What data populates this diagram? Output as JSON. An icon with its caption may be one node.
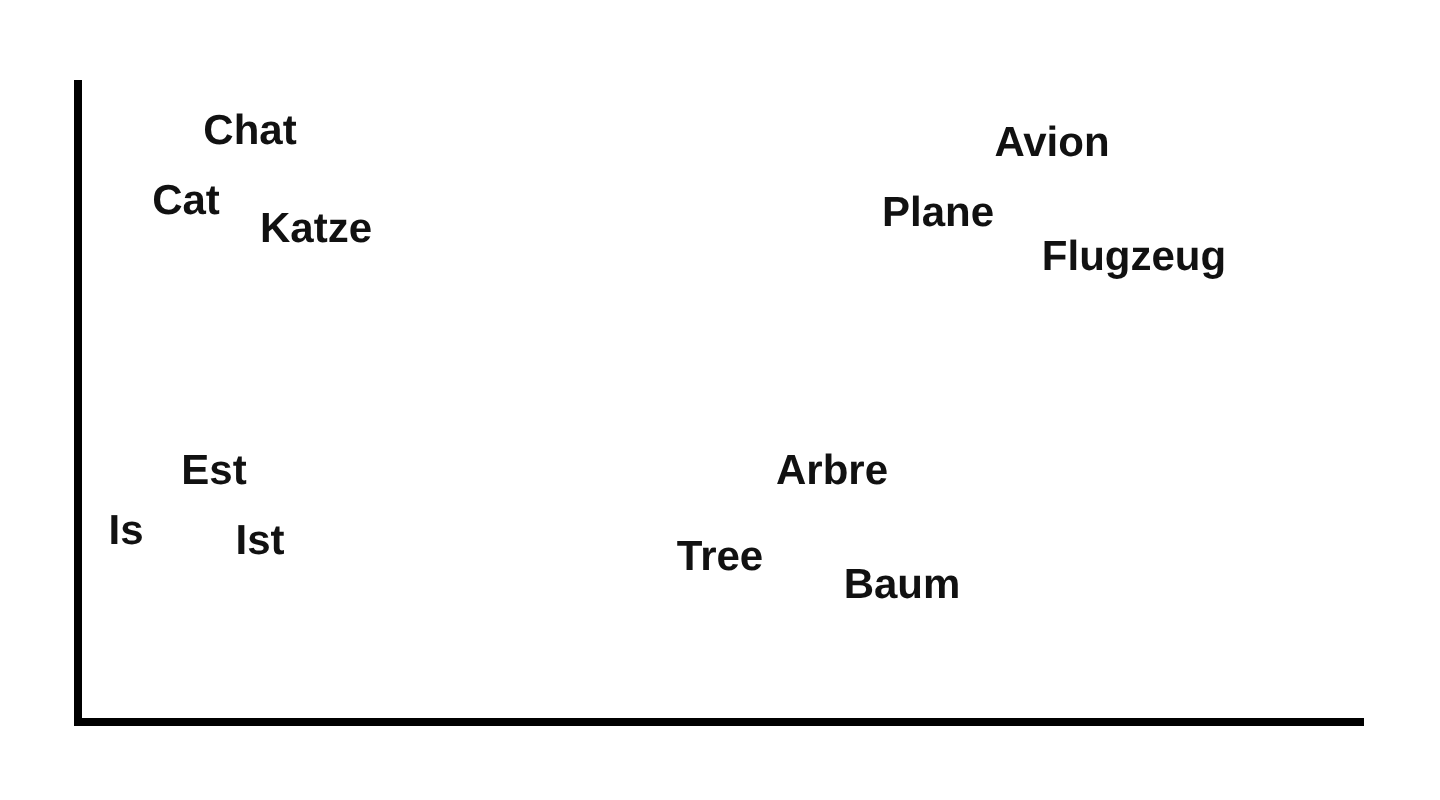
{
  "diagram": {
    "labels": [
      "Chat",
      "Avion",
      "Cat",
      "Plane",
      "Katze",
      "Flugzeug",
      "Est",
      "Arbre",
      "Is",
      "Ist",
      "Tree",
      "Baum"
    ]
  }
}
